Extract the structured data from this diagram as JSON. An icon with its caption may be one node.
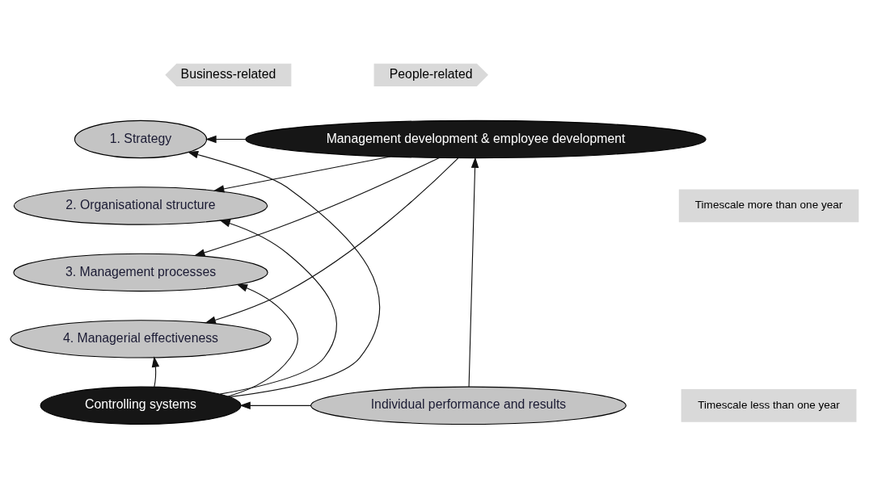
{
  "diagram": {
    "nodes": [
      {
        "text": [
          "1. Strategy"
        ]
      },
      {
        "text": [
          "2. Organisational structure"
        ]
      },
      {
        "text": [
          "3. Management processes"
        ]
      },
      {
        "text": [
          "4. Managerial effectiveness"
        ]
      },
      {
        "text": [
          "Management development & employee development"
        ]
      },
      {
        "text": [
          "Controlling systems"
        ]
      },
      {
        "text": [
          "Individual performance and results"
        ]
      }
    ],
    "edges": [
      {
        "from": 4,
        "to": 0,
        "arrow": "to"
      },
      {
        "from": 4,
        "to": 1,
        "arrow": "to"
      },
      {
        "from": 4,
        "to": 2,
        "arrow": "to"
      },
      {
        "from": 4,
        "to": 3,
        "arrow": "to"
      },
      {
        "from": 5,
        "to": 0,
        "arrow": "to"
      },
      {
        "from": 5,
        "to": 1,
        "arrow": "to"
      },
      {
        "from": 5,
        "to": 2,
        "arrow": "to"
      },
      {
        "from": 5,
        "to": 3,
        "arrow": "to"
      },
      {
        "from": 6,
        "to": 5,
        "arrow": "to"
      },
      {
        "from": 6,
        "to": 4,
        "arrow": "to"
      }
    ],
    "labels": [
      "Business-related",
      "People-related",
      "Timescale more than one year",
      "Timescale less than one year"
    ]
  }
}
